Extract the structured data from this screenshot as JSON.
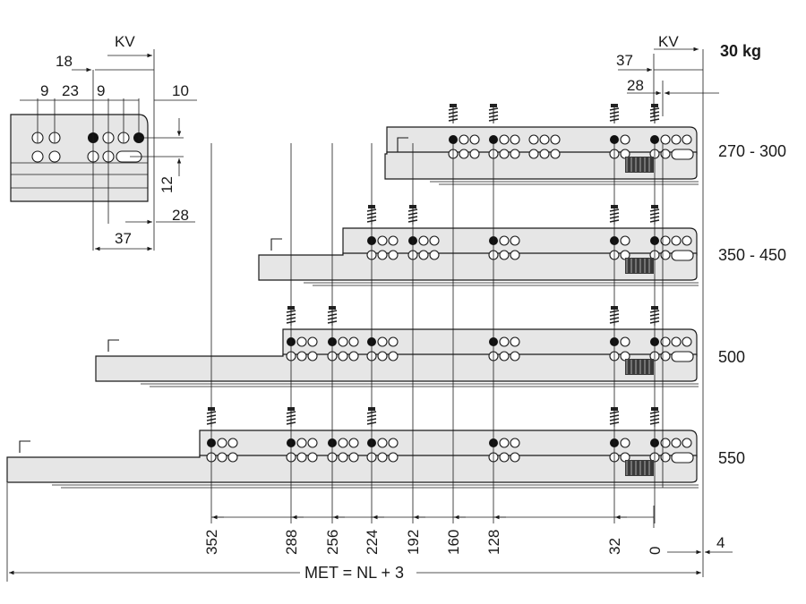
{
  "load": "30 kg",
  "kv": "KV",
  "detail": {
    "dims": {
      "d18": "18",
      "d9a": "9",
      "d23": "23",
      "d9b": "9",
      "d10": "10",
      "d12": "12",
      "d28": "28",
      "d37": "37"
    }
  },
  "right_dims": {
    "d37": "37",
    "d28": "28"
  },
  "lengths": [
    "270 - 300",
    "350 - 450",
    "500",
    "550"
  ],
  "positions": [
    "352",
    "288",
    "256",
    "224",
    "192",
    "160",
    "128",
    "32",
    "0"
  ],
  "bottom": {
    "d4": "4",
    "formula": "MET = NL + 3"
  },
  "colors": {
    "line": "#1a1a1a",
    "rail": "#e6e6e6",
    "hole": "#ffffff"
  }
}
